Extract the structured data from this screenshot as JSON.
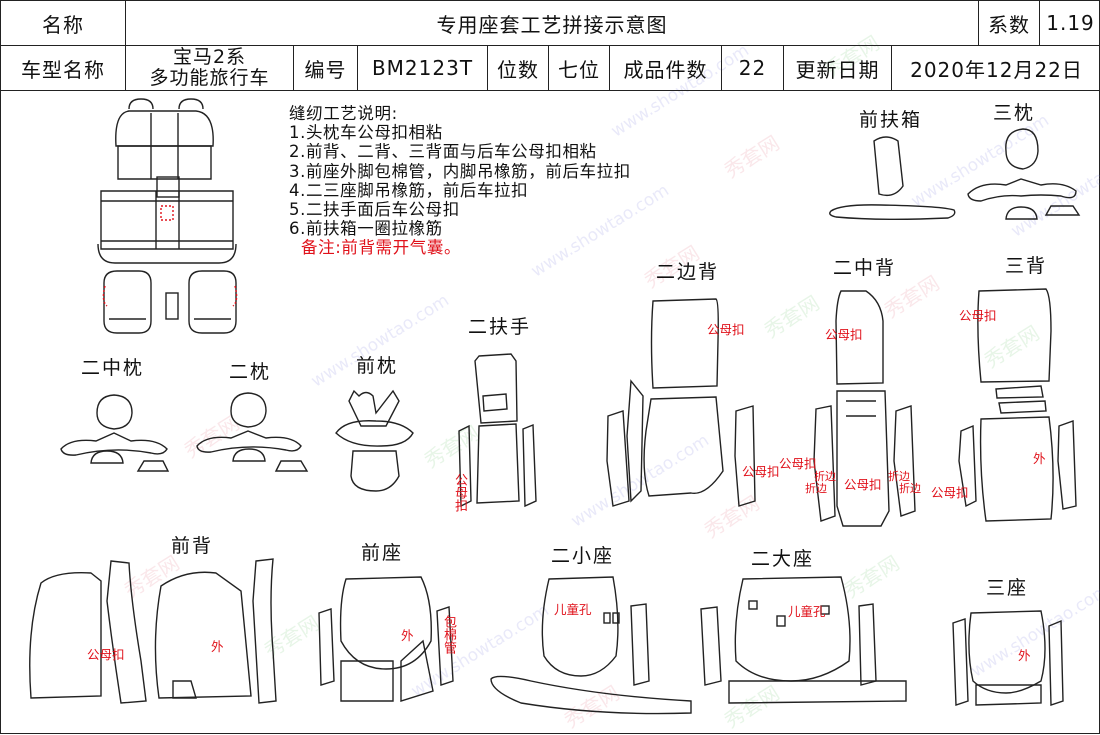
{
  "header": {
    "name_label": "名称",
    "title": "专用座套工艺拼接示意图",
    "coef_label": "系数",
    "coef_value": "1.19",
    "model_label": "车型名称",
    "model_line1": "宝马2系",
    "model_line2": "多功能旅行车",
    "code_label": "编号",
    "code_value": "BM2123T",
    "seat_label": "位数",
    "seat_value": "七位",
    "pieces_label": "成品件数",
    "pieces_value": "22",
    "date_label": "更新日期",
    "date_value": "2020年12月22日"
  },
  "notes": {
    "heading": "缝纫工艺说明:",
    "items": [
      "1.头枕车公母扣相粘",
      "2.前背、二背、三背面与后车公母扣相粘",
      "3.前座外脚包棉管，内脚吊橡筋，前后车拉扣",
      "4.二三座脚吊橡筋，前后车拉扣",
      "5.二扶手面后车公母扣",
      "6.前扶箱一圈拉橡筋"
    ],
    "remark": "备注:前背需开气囊。"
  },
  "parts": {
    "front_console": "前扶箱",
    "third_headrest": "三枕",
    "second_side_back": "二边背",
    "second_mid_back": "二中背",
    "third_back": "三背",
    "second_armrest": "二扶手",
    "second_mid_headrest": "二中枕",
    "second_headrest": "二枕",
    "front_headrest": "前枕",
    "front_back": "前背",
    "front_seat": "前座",
    "second_small_seat": "二小座",
    "second_big_seat": "二大座",
    "third_seat": "三座"
  },
  "annotations": {
    "snap": "公母扣",
    "outer": "外",
    "fold": "折边",
    "child_hole": "儿童孔",
    "foam_tube": "包棉管"
  },
  "watermark": {
    "url": "www.showtao.com",
    "cn": "秀套网"
  },
  "colors": {
    "annotation_red": "#e0121b",
    "line": "#222222"
  }
}
